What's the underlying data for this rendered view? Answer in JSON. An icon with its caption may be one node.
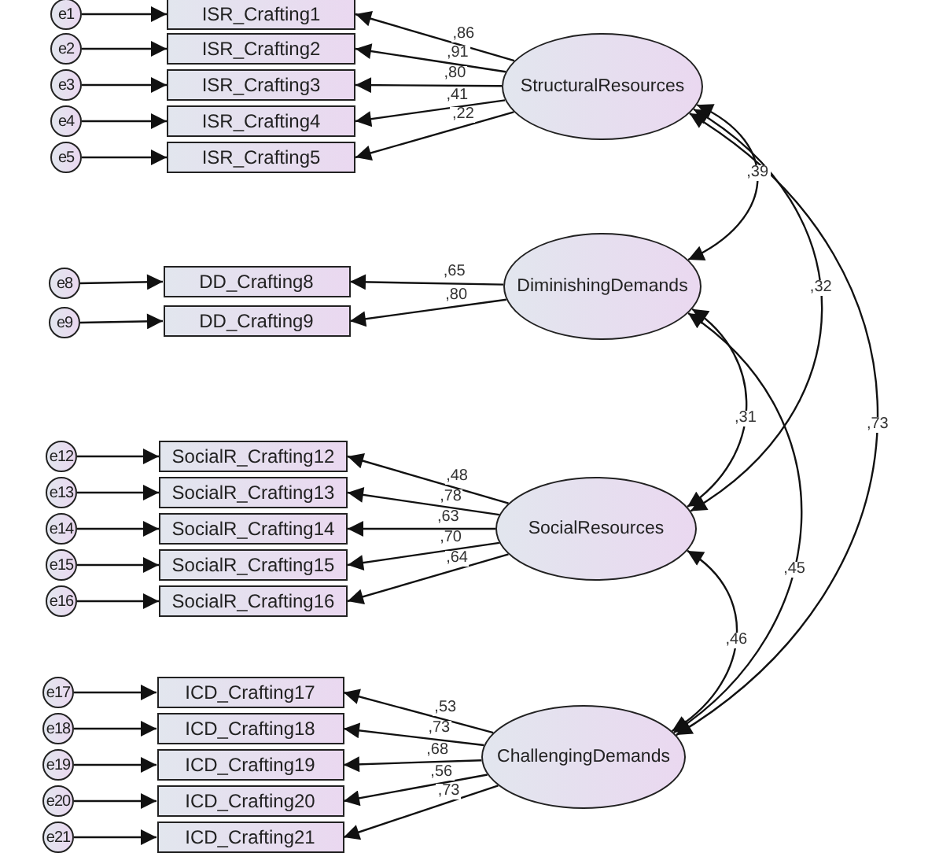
{
  "diagram": {
    "nodes": [
      {
        "text": [
          "e1"
        ]
      },
      {
        "text": [
          "e2"
        ]
      },
      {
        "text": [
          "e3"
        ]
      },
      {
        "text": [
          "e4"
        ]
      },
      {
        "text": [
          "e5"
        ]
      },
      {
        "text": [
          "ISR_Crafting1"
        ]
      },
      {
        "text": [
          "ISR_Crafting2"
        ]
      },
      {
        "text": [
          "ISR_Crafting3"
        ]
      },
      {
        "text": [
          "ISR_Crafting4"
        ]
      },
      {
        "text": [
          "ISR_Crafting5"
        ]
      },
      {
        "text": [
          "StructuralResources"
        ]
      },
      {
        "text": [
          "e8"
        ]
      },
      {
        "text": [
          "e9"
        ]
      },
      {
        "text": [
          "DD_Crafting8"
        ]
      },
      {
        "text": [
          "DD_Crafting9"
        ]
      },
      {
        "text": [
          "DiminishingDemands"
        ]
      },
      {
        "text": [
          "e12"
        ]
      },
      {
        "text": [
          "e13"
        ]
      },
      {
        "text": [
          "e14"
        ]
      },
      {
        "text": [
          "e15"
        ]
      },
      {
        "text": [
          "e16"
        ]
      },
      {
        "text": [
          "SocialR_Crafting12"
        ]
      },
      {
        "text": [
          "SocialR_Crafting13"
        ]
      },
      {
        "text": [
          "SocialR_Crafting14"
        ]
      },
      {
        "text": [
          "SocialR_Crafting15"
        ]
      },
      {
        "text": [
          "SocialR_Crafting16"
        ]
      },
      {
        "text": [
          "SocialResources"
        ]
      },
      {
        "text": [
          "e17"
        ]
      },
      {
        "text": [
          "e18"
        ]
      },
      {
        "text": [
          "e19"
        ]
      },
      {
        "text": [
          "e20"
        ]
      },
      {
        "text": [
          "e21"
        ]
      },
      {
        "text": [
          "ICD_Crafting17"
        ]
      },
      {
        "text": [
          "ICD_Crafting18"
        ]
      },
      {
        "text": [
          "ICD_Crafting19"
        ]
      },
      {
        "text": [
          "ICD_Crafting20"
        ]
      },
      {
        "text": [
          "ICD_Crafting21"
        ]
      },
      {
        "text": [
          "ChallengingDemands"
        ]
      }
    ],
    "edges": [
      {
        "from": 0,
        "to": 5,
        "arrow": "to"
      },
      {
        "from": 1,
        "to": 6,
        "arrow": "to"
      },
      {
        "from": 2,
        "to": 7,
        "arrow": "to"
      },
      {
        "from": 3,
        "to": 8,
        "arrow": "to"
      },
      {
        "from": 4,
        "to": 9,
        "arrow": "to"
      },
      {
        "from": 10,
        "to": 5,
        "arrow": "to",
        "label": ",86"
      },
      {
        "from": 10,
        "to": 6,
        "arrow": "to",
        "label": ",91"
      },
      {
        "from": 10,
        "to": 7,
        "arrow": "to",
        "label": ",80"
      },
      {
        "from": 10,
        "to": 8,
        "arrow": "to",
        "label": ",41"
      },
      {
        "from": 10,
        "to": 9,
        "arrow": "to",
        "label": ",22"
      },
      {
        "from": 11,
        "to": 13,
        "arrow": "to"
      },
      {
        "from": 12,
        "to": 14,
        "arrow": "to"
      },
      {
        "from": 15,
        "to": 13,
        "arrow": "to",
        "label": ",65"
      },
      {
        "from": 15,
        "to": 14,
        "arrow": "to",
        "label": ",80"
      },
      {
        "from": 16,
        "to": 21,
        "arrow": "to"
      },
      {
        "from": 17,
        "to": 22,
        "arrow": "to"
      },
      {
        "from": 18,
        "to": 23,
        "arrow": "to"
      },
      {
        "from": 19,
        "to": 24,
        "arrow": "to"
      },
      {
        "from": 20,
        "to": 25,
        "arrow": "to"
      },
      {
        "from": 26,
        "to": 21,
        "arrow": "to",
        "label": ",48"
      },
      {
        "from": 26,
        "to": 22,
        "arrow": "to",
        "label": ",78"
      },
      {
        "from": 26,
        "to": 23,
        "arrow": "to",
        "label": ",63"
      },
      {
        "from": 26,
        "to": 24,
        "arrow": "to",
        "label": ",70"
      },
      {
        "from": 26,
        "to": 25,
        "arrow": "to",
        "label": ",64"
      },
      {
        "from": 27,
        "to": 32,
        "arrow": "to"
      },
      {
        "from": 28,
        "to": 33,
        "arrow": "to"
      },
      {
        "from": 29,
        "to": 34,
        "arrow": "to"
      },
      {
        "from": 30,
        "to": 35,
        "arrow": "to"
      },
      {
        "from": 31,
        "to": 36,
        "arrow": "to"
      },
      {
        "from": 37,
        "to": 32,
        "arrow": "to",
        "label": ",53"
      },
      {
        "from": 37,
        "to": 33,
        "arrow": "to",
        "label": ",73"
      },
      {
        "from": 37,
        "to": 34,
        "arrow": "to",
        "label": ",68"
      },
      {
        "from": 37,
        "to": 35,
        "arrow": "to",
        "label": ",56"
      },
      {
        "from": 37,
        "to": 36,
        "arrow": "to",
        "label": ",73"
      },
      {
        "from": 10,
        "to": 15,
        "arrow": "both",
        "label": ",39"
      },
      {
        "from": 10,
        "to": 26,
        "arrow": "both",
        "label": ",32"
      },
      {
        "from": 10,
        "to": 37,
        "arrow": "both",
        "label": ",73"
      },
      {
        "from": 15,
        "to": 26,
        "arrow": "both",
        "label": ",31"
      },
      {
        "from": 15,
        "to": 37,
        "arrow": "both",
        "label": ",45"
      },
      {
        "from": 26,
        "to": 37,
        "arrow": "both",
        "label": ",46"
      }
    ]
  }
}
